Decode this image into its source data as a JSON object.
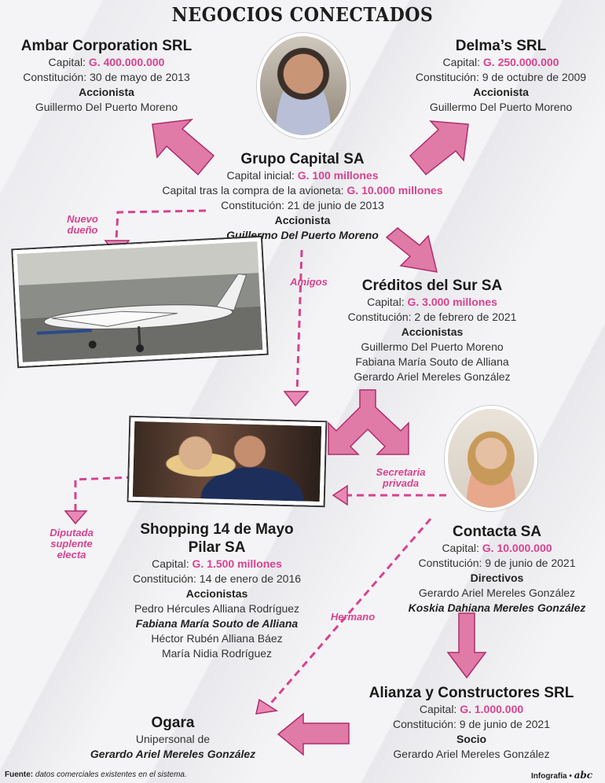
{
  "title": "NEGOCIOS CONECTADOS",
  "ambar": {
    "name": "Ambar Corporation SRL",
    "capital_label": "Capital:",
    "capital_value": "G. 400.000.000",
    "constitucion": "Constitución: 30 de mayo de 2013",
    "role": "Accionista",
    "people": [
      "Guillermo Del Puerto Moreno"
    ]
  },
  "delmas": {
    "name": "Delma’s SRL",
    "capital_label": "Capital:",
    "capital_value": "G. 250.000.000",
    "constitucion": "Constitución: 9 de octubre de 2009",
    "role": "Accionista",
    "people": [
      "Guillermo Del Puerto Moreno"
    ]
  },
  "grupo": {
    "name": "Grupo Capital SA",
    "capital_label": "Capital inicial:",
    "capital_value": "G. 100 millones",
    "capital2_label": "Capital tras la compra de la avioneta:",
    "capital2_value": "G. 10.000 millones",
    "constitucion": "Constitución: 21 de junio de 2013",
    "role": "Accionista",
    "people": [
      "Guillermo Del Puerto Moreno"
    ]
  },
  "creditos": {
    "name": "Créditos del Sur SA",
    "capital_label": "Capital:",
    "capital_value": "G. 3.000 millones",
    "constitucion": "Constitución: 2 de febrero de 2021",
    "role": "Accionistas",
    "people": [
      "Guillermo Del Puerto Moreno",
      "Fabiana María Souto de Alliana",
      "Gerardo Ariel Mereles González"
    ]
  },
  "shopping": {
    "name_line1": "Shopping 14 de Mayo",
    "name_line2": "Pilar SA",
    "capital_label": "Capital:",
    "capital_value": "G. 1.500 millones",
    "constitucion": "Constitución: 14 de enero de 2016",
    "role": "Accionistas",
    "people": [
      "Pedro Hércules Alliana Rodríguez",
      "Fabiana María Souto de Alliana",
      "Héctor Rubén Alliana Báez",
      "María Nidia Rodríguez"
    ]
  },
  "contacta": {
    "name": "Contacta SA",
    "capital_label": "Capital:",
    "capital_value": "G. 10.000.000",
    "constitucion": "Constitución: 9 de junio de 2021",
    "role": "Directivos",
    "people": [
      "Gerardo Ariel Mereles González",
      "Koskia Dahiana Mereles González"
    ]
  },
  "alianza": {
    "name": "Alianza y Constructores SRL",
    "capital_label": "Capital:",
    "capital_value": "G. 1.000.000",
    "constitucion": "Constitución:  9 de junio de 2021",
    "role": "Socio",
    "people": [
      "Gerardo Ariel Mereles González"
    ]
  },
  "ogara": {
    "name": "Ogara",
    "desc": "Unipersonal de",
    "person": "Gerardo Ariel Mereles González"
  },
  "relations": {
    "nuevo_dueno": "Nuevo dueño",
    "amigos": "Amigos",
    "secretaria": "Secretaria privada",
    "diputada": "Diputada suplente electa",
    "hermano": "Hermano"
  },
  "footer": {
    "source_label": "Fuente:",
    "source_text": "datos comerciales existentes en el sistema.",
    "credit": "Infografía •",
    "brand": "abc"
  },
  "colors": {
    "accent": "#d9428e",
    "text": "#2b2b2b"
  }
}
